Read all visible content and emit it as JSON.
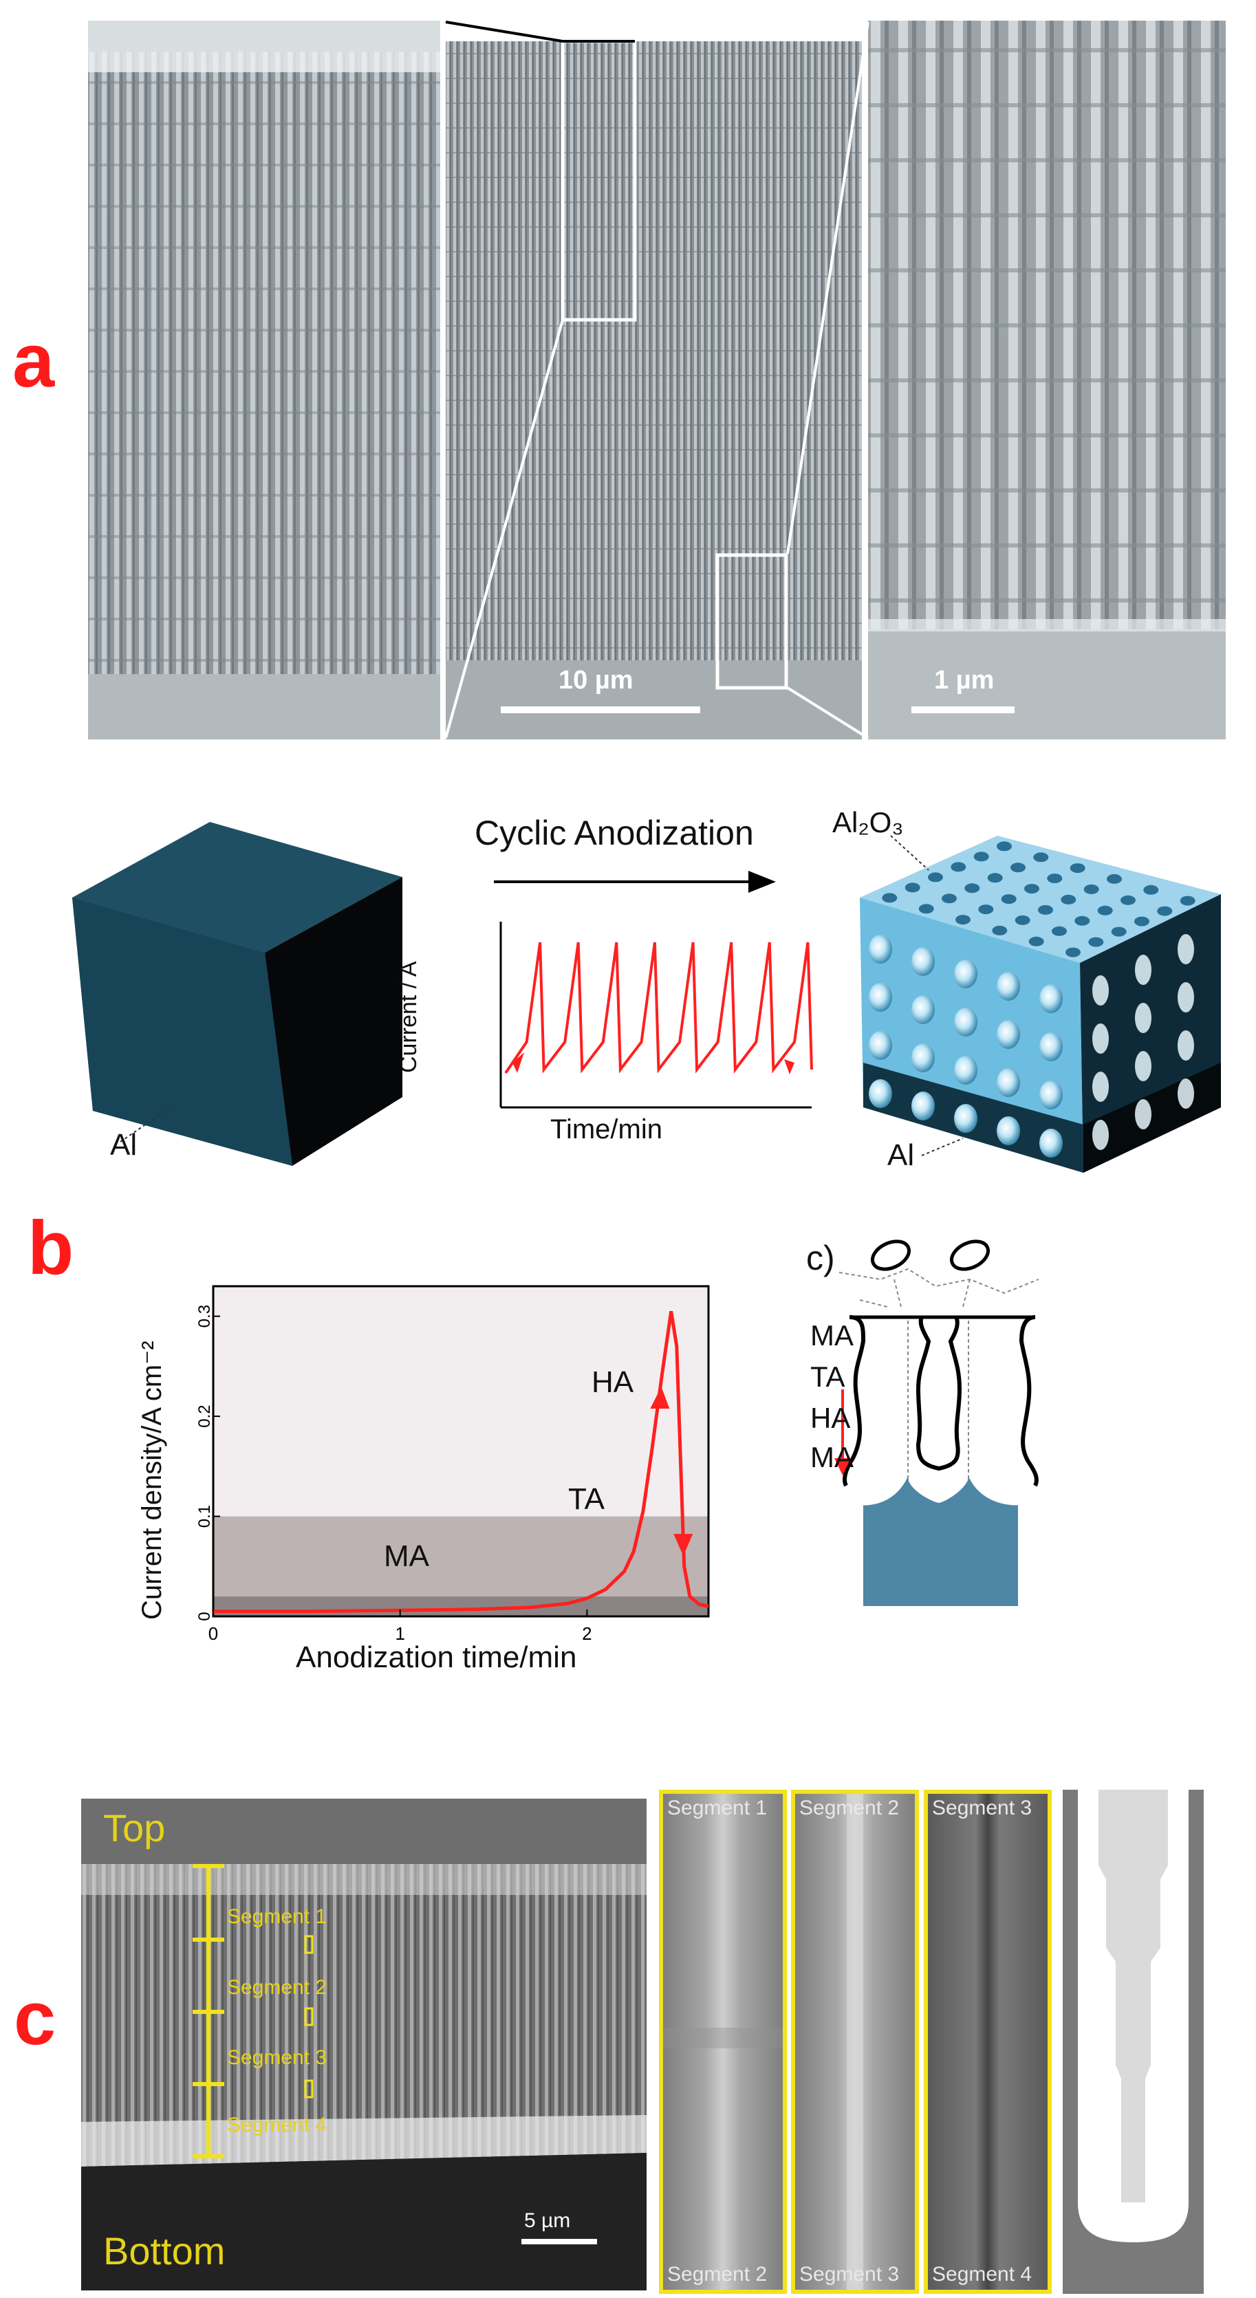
{
  "panel_a": {
    "letter": "a",
    "scale_bar_center": "10 µm",
    "scale_bar_right": "1 µm",
    "process_title": "Cyclic Anodization",
    "label_al_left": "Al",
    "label_al2o3": "Al₂O₃",
    "label_al_right": "Al",
    "inset_ylabel": "Current / A",
    "inset_xlabel": "Time/min"
  },
  "panel_b": {
    "letter": "b",
    "ylabel": "Current density/A cm⁻²",
    "xlabel": "Anodization time/min",
    "region_labels": [
      "HA",
      "TA",
      "MA"
    ],
    "colors": {
      "curve": "#ff2020",
      "ha_region": "#f2eeef",
      "ta_region": "#bdb3b2",
      "ma_region": "#8c8484"
    }
  },
  "panel_c_schematic": {
    "letter": "c)",
    "labels": [
      "MA",
      "TA",
      "HA",
      "MA"
    ]
  },
  "panel_c": {
    "letter": "c",
    "top_label": "Top",
    "bottom_label": "Bottom",
    "scale_bar": "5 µm",
    "segments": [
      "Segment 1",
      "Segment 2",
      "Segment 3",
      "Segment 4"
    ],
    "tiles": [
      {
        "top": "Segment 1",
        "bottom": "Segment 2"
      },
      {
        "top": "Segment 2",
        "bottom": "Segment 3"
      },
      {
        "top": "Segment 3",
        "bottom": "Segment 4"
      }
    ],
    "colors": {
      "highlight": "#f2e21c"
    }
  },
  "chart_data": {
    "type": "line",
    "xlabel": "Anodization time/min",
    "ylabel": "Current density/A cm⁻²",
    "xlim": [
      0,
      2.65
    ],
    "ylim": [
      0,
      0.33
    ],
    "xticks": [
      0,
      1,
      2
    ],
    "yticks": [
      0,
      0.1,
      0.2,
      0.3
    ],
    "bands": [
      {
        "name": "MA",
        "from": 0,
        "to": 0.02
      },
      {
        "name": "TA",
        "from": 0.02,
        "to": 0.1
      },
      {
        "name": "HA",
        "from": 0.1,
        "to": 0.33
      }
    ],
    "series": [
      {
        "x": [
          0,
          0.5,
          1.0,
          1.4,
          1.7,
          1.9,
          2.0,
          2.1,
          2.2,
          2.25,
          2.3,
          2.35,
          2.4,
          2.45,
          2.48,
          2.5,
          2.52,
          2.55,
          2.6,
          2.65
        ],
        "y": [
          0.005,
          0.005,
          0.006,
          0.007,
          0.009,
          0.013,
          0.018,
          0.027,
          0.045,
          0.065,
          0.105,
          0.17,
          0.24,
          0.305,
          0.27,
          0.16,
          0.05,
          0.02,
          0.012,
          0.01
        ]
      }
    ]
  }
}
